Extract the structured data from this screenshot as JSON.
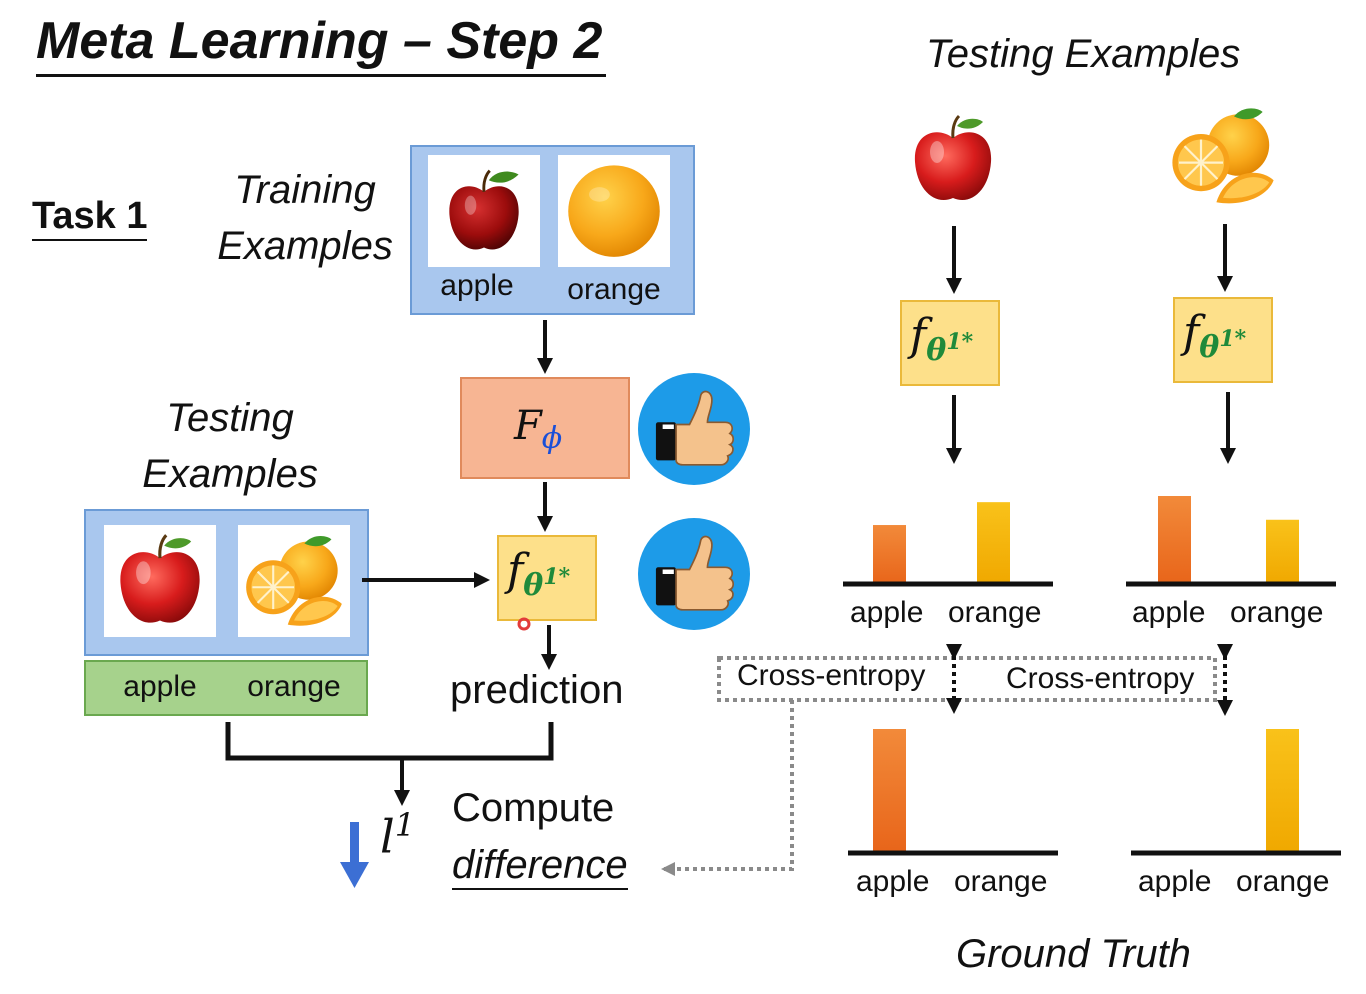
{
  "title": "Meta Learning – Step 2",
  "task_label": "Task 1",
  "training": {
    "heading_line1": "Training",
    "heading_line2": "Examples",
    "labels": [
      "apple",
      "orange"
    ]
  },
  "testing_left": {
    "heading_line1": "Testing",
    "heading_line2": "Examples",
    "labels": [
      "apple",
      "orange"
    ]
  },
  "learner": {
    "symbol": "F",
    "subscript": "ϕ"
  },
  "model": {
    "symbol": "f",
    "subscript": "θ",
    "superscript": "1*"
  },
  "prediction_label": "prediction",
  "loss": {
    "symbol": "l",
    "superscript": "1"
  },
  "compute_line1": "Compute",
  "compute_line2": "difference",
  "testing_right": {
    "heading": "Testing Examples"
  },
  "bar_labels": [
    "apple",
    "orange"
  ],
  "cross_entropy_label": "Cross-entropy",
  "ground_truth_label": "Ground Truth",
  "predictions": [
    {
      "apple": 0.67,
      "orange": 0.93
    },
    {
      "apple": 1.0,
      "orange": 0.73
    }
  ],
  "ground_truth": [
    {
      "apple": 1,
      "orange": 0
    },
    {
      "apple": 0,
      "orange": 1
    }
  ],
  "icons": {
    "thumbs_up": "thumbs-up-icon",
    "apple": "apple-image",
    "orange": "orange-image",
    "orange_slices": "orange-slices-image",
    "down_arrow": "down-arrow-icon"
  },
  "colors": {
    "blue_box": "#a9c7ee",
    "green_box": "#a6d28c",
    "learner_box": "#f7b593",
    "model_box": "#fde08a",
    "thumb_circle": "#1d9be8",
    "apple_bar": "#f07a2a",
    "orange_bar": "#f5b800"
  }
}
